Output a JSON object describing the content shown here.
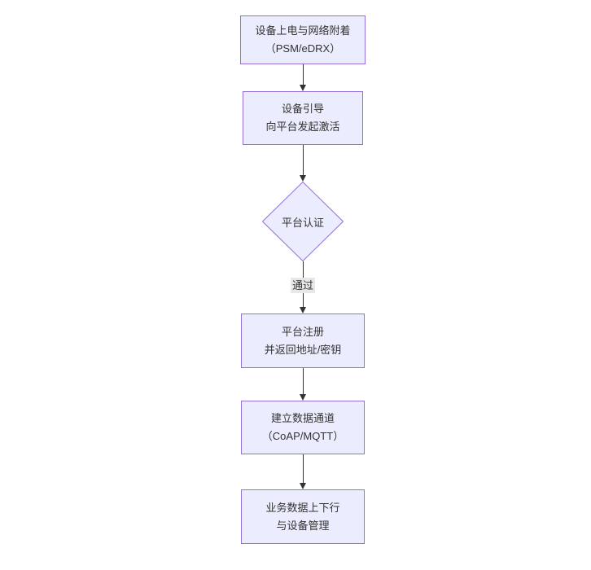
{
  "page": {
    "background": "#ffffff"
  },
  "colors": {
    "node_fill": "#ECECFF",
    "node_border": "#9370DB",
    "arrow": "#333333",
    "edge_label_bg": "#e8e8e8",
    "text": "#333333"
  },
  "flowchart": {
    "type": "flowchart-top-down",
    "nodes": [
      {
        "id": "power-attach",
        "shape": "rect",
        "lines": [
          "设备上电与网络附着",
          "（PSM/eDRX）"
        ]
      },
      {
        "id": "bootstrap",
        "shape": "rect",
        "lines": [
          "设备引导",
          "向平台发起激活"
        ]
      },
      {
        "id": "auth",
        "shape": "diamond",
        "lines": [
          "平台认证"
        ]
      },
      {
        "id": "register",
        "shape": "rect",
        "lines": [
          "平台注册",
          "并返回地址/密钥"
        ]
      },
      {
        "id": "channel",
        "shape": "rect",
        "lines": [
          "建立数据通道",
          "（CoAP/MQTT）"
        ]
      },
      {
        "id": "business",
        "shape": "rect",
        "lines": [
          "业务数据上下行",
          "与设备管理"
        ]
      }
    ],
    "edges": [
      {
        "from": "power-attach",
        "to": "bootstrap",
        "label": ""
      },
      {
        "from": "bootstrap",
        "to": "auth",
        "label": ""
      },
      {
        "from": "auth",
        "to": "register",
        "label": "通过"
      },
      {
        "from": "register",
        "to": "channel",
        "label": ""
      },
      {
        "from": "channel",
        "to": "business",
        "label": ""
      }
    ]
  }
}
